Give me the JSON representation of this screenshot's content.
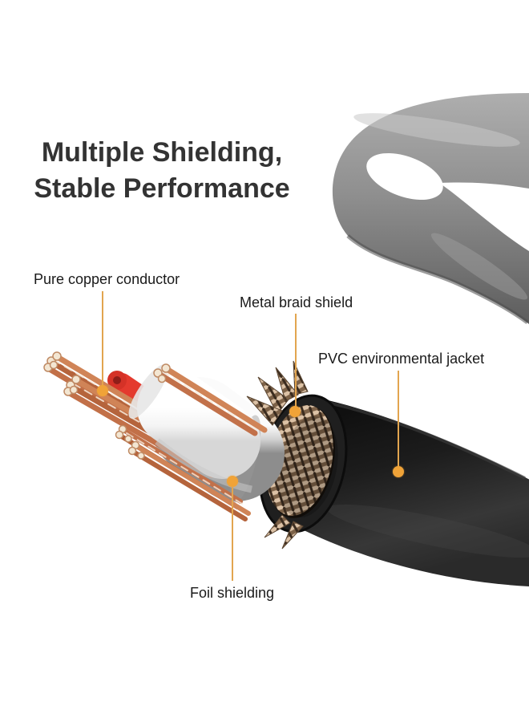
{
  "heading": {
    "line1": "Multiple Shielding,",
    "line2": "Stable Performance"
  },
  "callouts": {
    "copper": {
      "label": "Pure copper conductor"
    },
    "braid": {
      "label": "Metal braid shield"
    },
    "jacket": {
      "label": "PVC environmental jacket"
    },
    "foil": {
      "label": "Foil shielding"
    }
  },
  "colors": {
    "background": "#ffffff",
    "heading_text": "#333333",
    "label_text": "#1a1a1a",
    "leader_line": "#e2a54f",
    "leader_dot": "#f0a338",
    "jacket_black": "#1a1a1a",
    "loop_gray": "#8b8b8b",
    "braid_copper": "#b08d6b",
    "foil_silver": "#d9d9d9",
    "insulation_white": "#f5f5f5",
    "wire_copper": "#c97a52",
    "wire_red": "#e23b30"
  },
  "illustration": {
    "alt": "Cutaway cable showing pure copper conductors, red insulated core, white insulation, silver foil shielding, copper metal braid shield and black PVC jacket, with a gray cable loop behind"
  }
}
